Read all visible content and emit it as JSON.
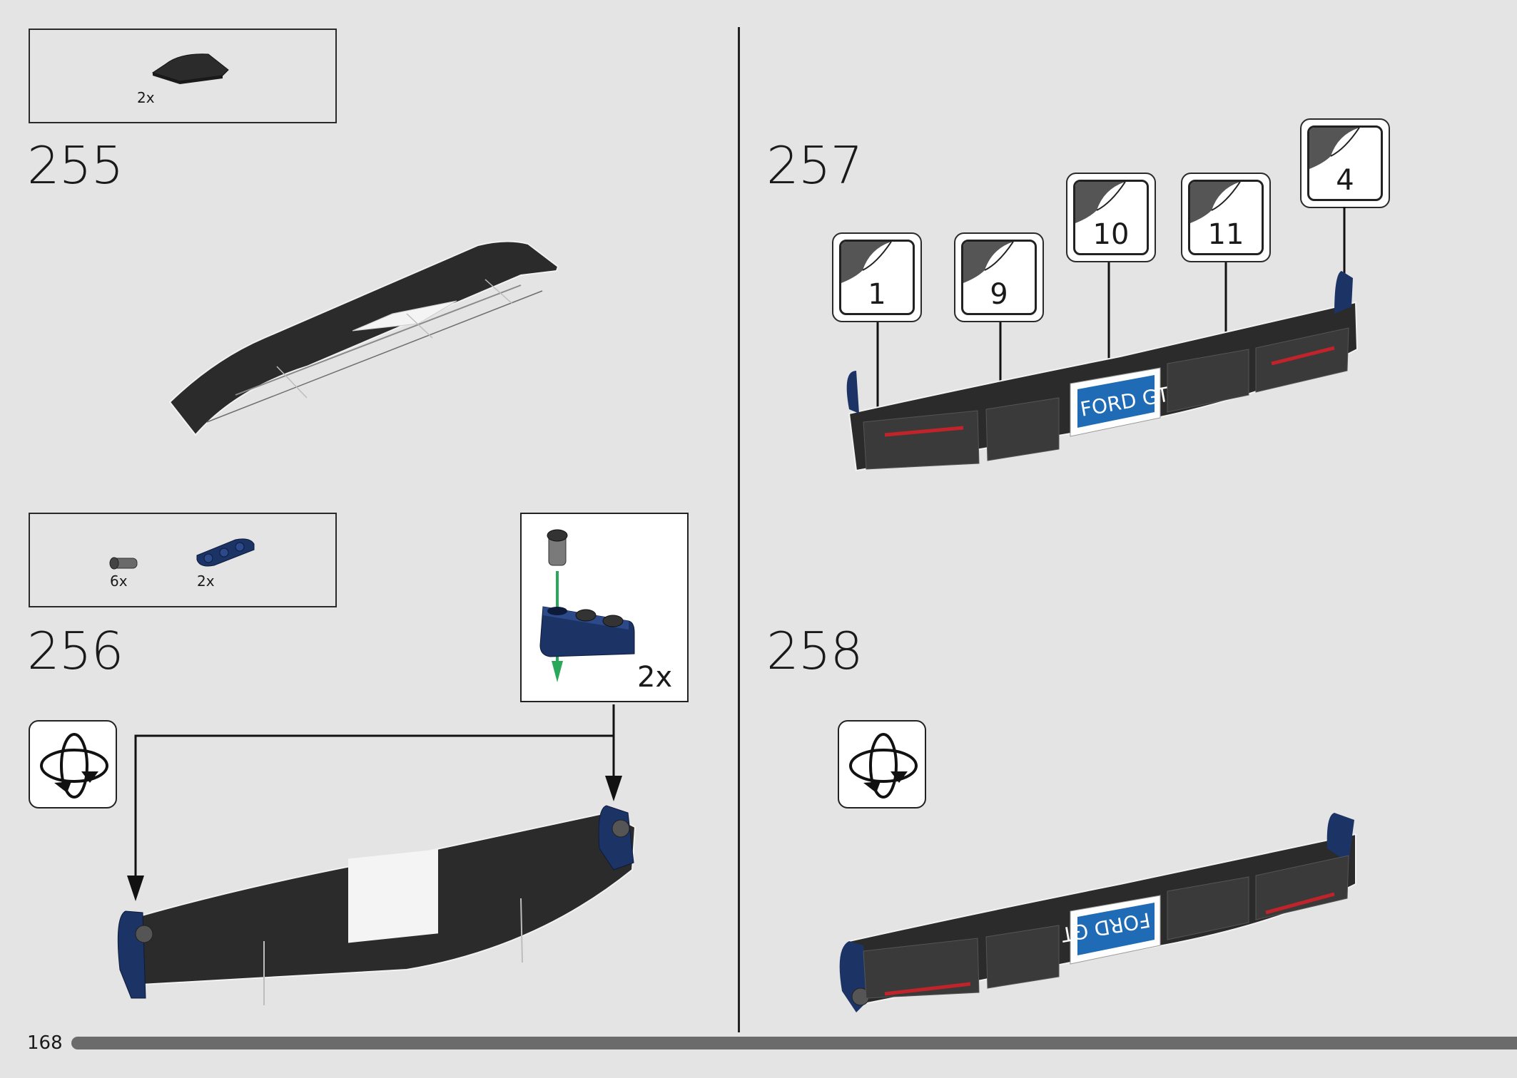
{
  "page": {
    "number": "168",
    "progress_fraction": 1.0
  },
  "steps": {
    "s255": {
      "number": "255",
      "parts": [
        {
          "name": "curved-slope-tile-icon",
          "qty": "2x"
        }
      ]
    },
    "s256": {
      "number": "256",
      "parts": [
        {
          "name": "pin-connector-icon",
          "qty": "6x"
        },
        {
          "name": "liftarm-3-icon",
          "qty": "2x"
        }
      ],
      "callout_qty": "2x"
    },
    "s257": {
      "number": "257",
      "stickers": [
        "1",
        "9",
        "10",
        "11",
        "4"
      ],
      "plate_text": "FORD GT"
    },
    "s258": {
      "number": "258",
      "plate_text": "FORD GT"
    }
  },
  "icons": [
    "rotate-model-icon",
    "sticker-icon",
    "arrow-down-icon"
  ],
  "colors": {
    "dark_blue": "#1c3366",
    "black_brick": "#2b2b2b",
    "accent_red": "#c0242a",
    "plate_blue": "#1f6bb5",
    "green_arrow": "#2aa85a"
  }
}
